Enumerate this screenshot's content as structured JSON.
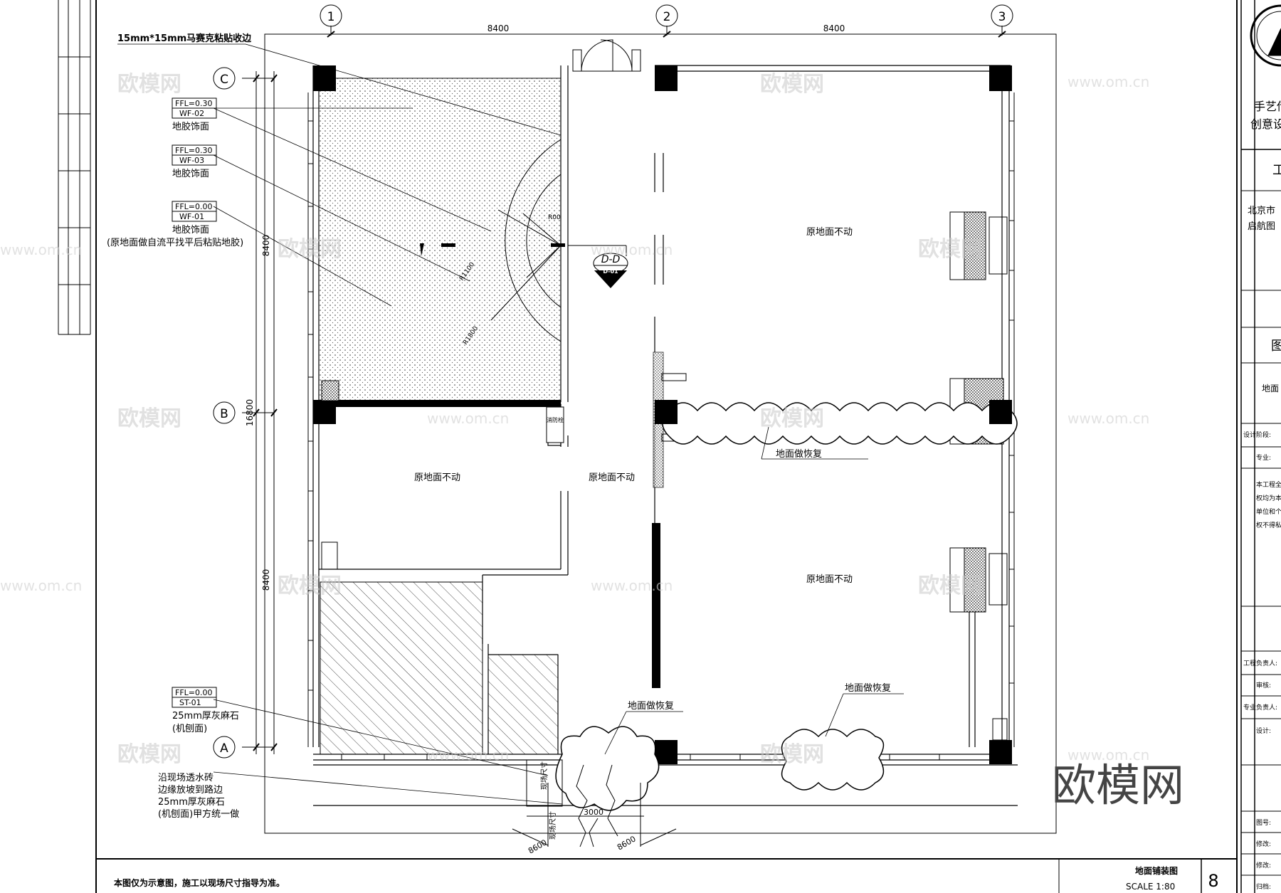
{
  "axes": [
    {
      "id": "1",
      "kind": "col"
    },
    {
      "id": "2",
      "kind": "col"
    },
    {
      "id": "3",
      "kind": "col"
    },
    {
      "id": "C",
      "kind": "row"
    },
    {
      "id": "B",
      "kind": "row"
    },
    {
      "id": "A",
      "kind": "row"
    }
  ],
  "dimensions": {
    "top_left": "8400",
    "top_right": "8400",
    "left_upper": "8400",
    "left_total": "16800",
    "left_lower": "8400",
    "bottom_width": "3000",
    "bottom_diag_left": "8600",
    "bottom_diag_right": "8600",
    "radius_1": "R00",
    "radius_2": "R1100",
    "radius_3": "R1800"
  },
  "annotations": {
    "mosaic_edge": "15mm*15mm马赛克粘贴收边",
    "tag1": {
      "ffl": "FFL=0.30",
      "code": "WF-02",
      "desc": "地胶饰面"
    },
    "tag2": {
      "ffl": "FFL=0.30",
      "code": "WF-03",
      "desc": "地胶饰面"
    },
    "tag3": {
      "ffl": "FFL=0.00",
      "code": "WF-01",
      "desc": "地胶饰面",
      "desc2": "(原地面做自流平找平后粘贴地胶)"
    },
    "tag4": {
      "ffl": "FFL=0.00",
      "code": "ST-01",
      "desc": "25mm厚灰麻石",
      "desc2": "(机刨面)"
    },
    "paving": [
      "沿现场透水砖",
      "边缘放坡到路边",
      "25mm厚灰麻石",
      "(机刨面)甲方统一做"
    ],
    "keep_floor": "原地面不动",
    "restore_floor": "地面做恢复",
    "section_mark": "D-D",
    "section_ref": "D-01",
    "fire_box": "消防栓",
    "site_size": "现场尺寸"
  },
  "footer": {
    "note": "本图仅为示意图，施工以现场尺寸指导为准。",
    "drawing_title": "地面铺装图",
    "scale": "SCALE 1:80",
    "sheet_no": "8"
  },
  "title_block": {
    "company_1": "手艺传",
    "company_2": "创意设",
    "work_label": "工",
    "client_1": "北京市",
    "client_2": "启航图",
    "drawing_label": "图",
    "floor_label": "地面",
    "design_stage": "设计阶段:",
    "profession": "专业:",
    "notice": [
      "本工程全",
      "权均为本",
      "单位和个",
      "权不得私"
    ],
    "project_lead": "工程负责人:",
    "review": "审核:",
    "spec_lead": "专业负责人:",
    "design": "设计:",
    "drawing_no": "图号:",
    "revise_1": "修改:",
    "revise_2": "修改:",
    "archive": "归档:"
  },
  "watermark": {
    "brand": "欧模网",
    "url": "www.om.cn"
  }
}
